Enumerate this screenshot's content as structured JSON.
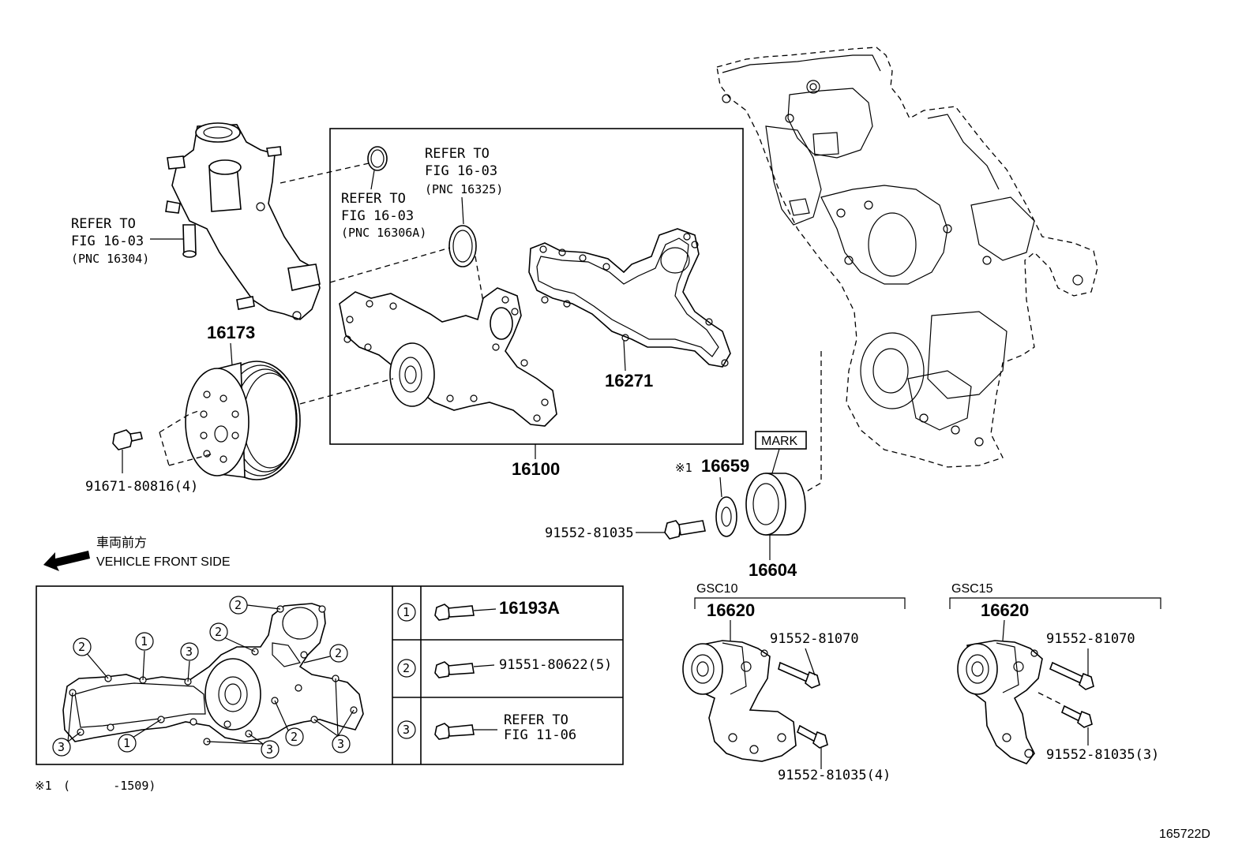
{
  "refs": {
    "thermostat_housing": [
      "REFER TO",
      "FIG 16-03",
      "(PNC 16304)"
    ],
    "oring_16306a": [
      "REFER TO",
      "FIG 16-03",
      "(PNC 16306A)"
    ],
    "gasket_16325": [
      "REFER TO",
      "FIG 16-03",
      "(PNC 16325)"
    ]
  },
  "parts": {
    "pulley": "16173",
    "pulley_bolt": "91671-80816(4)",
    "water_pump_gasket": "16271",
    "water_pump_assy": "16100",
    "idler_washer": "16659",
    "idler_washer_mark": "※1",
    "idler_bolt": "91552-81035",
    "idler_pulley": "16604",
    "mark_label": "MARK"
  },
  "direction": {
    "jp": "車両前方",
    "en": "VEHICLE FRONT SIDE"
  },
  "legend": [
    {
      "num": "1",
      "text": "16193A"
    },
    {
      "num": "2",
      "text": "91551-80622(5)"
    },
    {
      "num": "3",
      "lines": [
        "REFER TO",
        "FIG 11-06"
      ]
    }
  ],
  "tensioners": [
    {
      "variant": "GSC10",
      "part": "16620",
      "bolt_top": "91552-81070",
      "bolt_bottom": "91552-81035(4)"
    },
    {
      "variant": "GSC15",
      "part": "16620",
      "bolt_top": "91552-81070",
      "bolt_bottom": "91552-81035(3)"
    }
  ],
  "footnote": {
    "mark": "※1",
    "text": "(      -1509)"
  },
  "figure_id": "165722D"
}
